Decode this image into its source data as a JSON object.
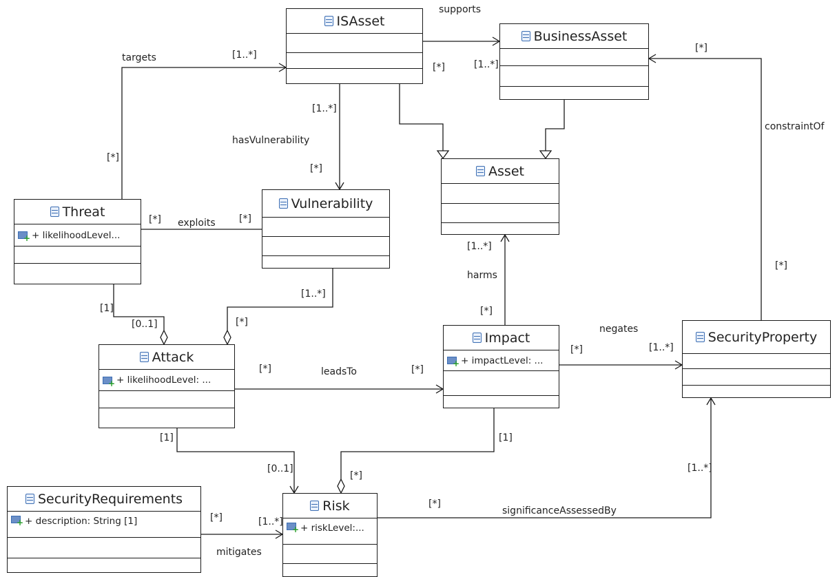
{
  "classes": {
    "isasset": {
      "name": "ISAsset"
    },
    "businessasset": {
      "name": "BusinessAsset"
    },
    "asset": {
      "name": "Asset"
    },
    "threat": {
      "name": "Threat",
      "attribute": "+ likelihoodLevel..."
    },
    "vulnerability": {
      "name": "Vulnerability"
    },
    "attack": {
      "name": "Attack",
      "attribute": "+ likelihoodLevel: ..."
    },
    "impact": {
      "name": "Impact",
      "attribute": "+ impactLevel: ..."
    },
    "securityproperty": {
      "name": "SecurityProperty"
    },
    "securityrequirements": {
      "name": "SecurityRequirements",
      "attribute": "+ description: String [1]"
    },
    "risk": {
      "name": "Risk",
      "attribute": "+ riskLevel:..."
    }
  },
  "associations": {
    "supports": "supports",
    "targets": "targets",
    "hasVulnerability": "hasVulnerability",
    "exploits": "exploits",
    "constraintOf": "constraintOf",
    "harms": "harms",
    "negates": "negates",
    "leadsTo": "leadsTo",
    "significanceAssessedBy": "significanceAssessedBy",
    "mitigates": "mitigates"
  },
  "multiplicities": {
    "supports_src": "[*]",
    "supports_tgt": "[1..*]",
    "targets_tgt": "[1..*]",
    "targets_src": "[*]",
    "hasvuln_src": "[1..*]",
    "hasvuln_tgt": "[*]",
    "exploits_src": "[*]",
    "exploits_tgt": "[*]",
    "constraint_tgt": "[*]",
    "constraint_src": "[*]",
    "harms_tgt": "[1..*]",
    "harms_src": "[*]",
    "threat_attack_threat": "[1]",
    "threat_attack_attack": "[0..1]",
    "vuln_attack_vuln": "[1..*]",
    "vuln_attack_attack": "[*]",
    "negates_src": "[*]",
    "negates_tgt": "[1..*]",
    "leadsto_src": "[*]",
    "leadsto_tgt": "[*]",
    "attack_risk_attack": "[1]",
    "attack_risk_risk": "[0..1]",
    "impact_risk_impact": "[1]",
    "impact_risk_risk": "[*]",
    "sigassess_src": "[*]",
    "sigassess_tgt": "[1..*]",
    "mitigates_src": "[*]",
    "mitigates_tgt": "[1..*]"
  }
}
